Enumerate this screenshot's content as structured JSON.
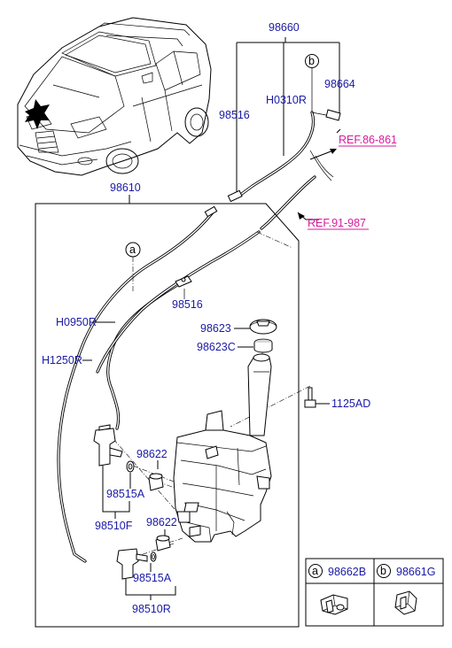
{
  "labels": {
    "assy_98660": "98660",
    "circle_b": "b",
    "hose_h0310r": "H0310R",
    "nozzle_98664": "98664",
    "nozzle_98516_top": "98516",
    "ref_86_861": "REF.86-861",
    "reservoir_98610": "98610",
    "ref_91_987": "REF.91-987",
    "circle_a": "a",
    "nozzle_98516_mid": "98516",
    "hose_h0950r": "H0950R",
    "cap_98623": "98623",
    "cap_98623c": "98623C",
    "hose_h1250r": "H1250R",
    "bolt_1125ad": "1125AD",
    "grommet_98622_top": "98622",
    "washer_98515a_top": "98515A",
    "pump_98510f": "98510F",
    "grommet_98622_bottom": "98622",
    "washer_98515a_bottom": "98515A",
    "pump_98510r": "98510R"
  },
  "legend": {
    "a_letter": "a",
    "a_part": "98662B",
    "b_letter": "b",
    "b_part": "98661G"
  },
  "colors": {
    "label": "#1a1aa6",
    "reference": "#d81b9c",
    "line": "#000000"
  }
}
